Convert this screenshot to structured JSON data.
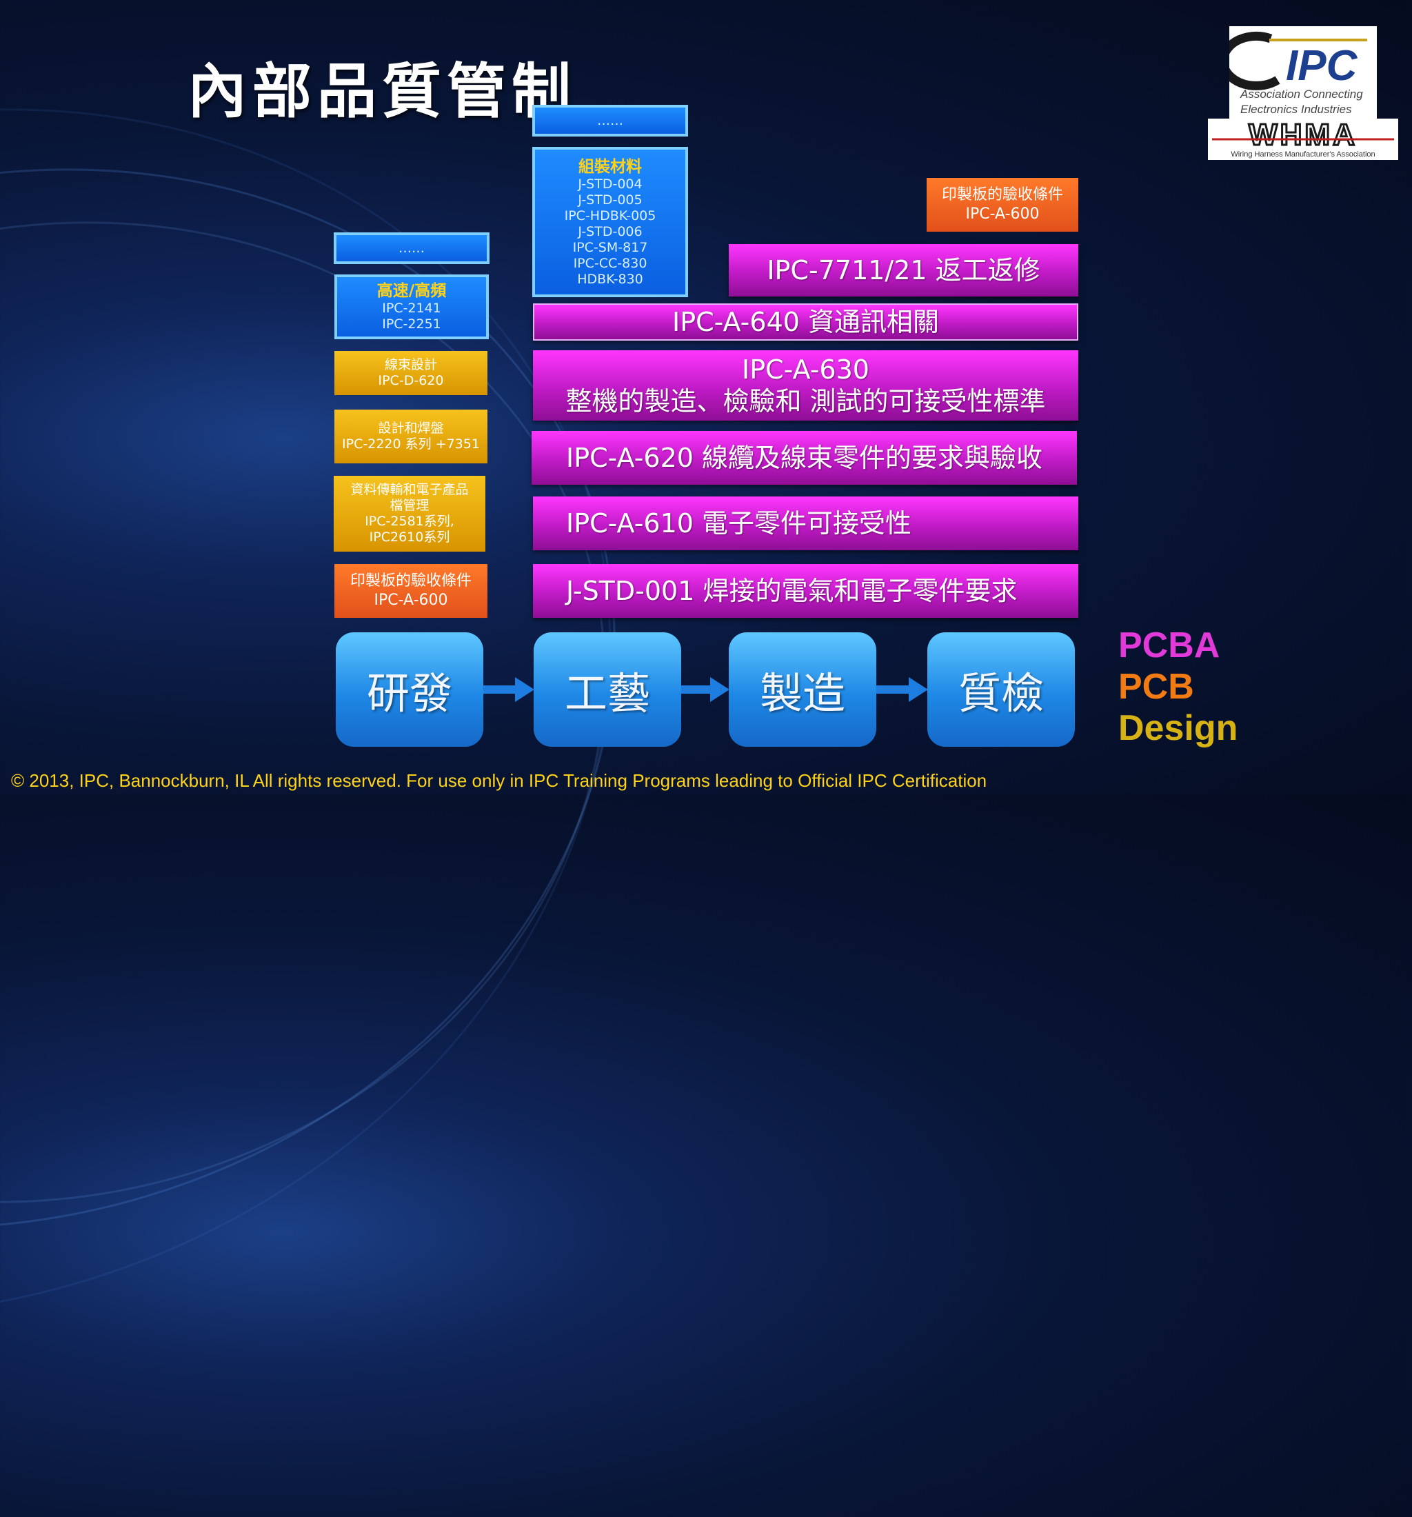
{
  "title": "內部品質管制",
  "left_column": {
    "ellipsis": "……",
    "high_speed": {
      "head": "高速/高頻",
      "lines": [
        "IPC-2141",
        "IPC-2251"
      ]
    },
    "harness_design": [
      "線束設計",
      "IPC-D-620"
    ],
    "design_land": [
      "設計和焊盤",
      "IPC-2220 系列 +7351"
    ],
    "data_transfer": [
      "資料傳輸和電子產品",
      "檔管理",
      "IPC-2581系列,",
      "IPC2610系列"
    ],
    "pcb_accept": [
      "印製板的驗收條件",
      "IPC-A-600"
    ]
  },
  "middle_column": {
    "ellipsis": "……",
    "materials": {
      "head": "組裝材料",
      "lines": [
        "J-STD-004",
        "J-STD-005",
        "IPC-HDBK-005",
        "J-STD-006",
        "IPC-SM-817",
        "IPC-CC-830",
        "HDBK-830"
      ]
    }
  },
  "right_stack": {
    "pcb_accept": [
      "印製板的驗收條件",
      "IPC-A-600"
    ],
    "rework": "IPC-7711/21 返工返修",
    "ipc640": "IPC-A-640 資通訊相關",
    "ipc630": [
      "IPC-A-630",
      "整機的製造、檢驗和 測試的可接受性標準"
    ],
    "ipc620": "IPC-A-620 線纜及線束零件的要求與驗收",
    "ipc610": "IPC-A-610 電子零件可接受性",
    "jstd001": "J-STD-001 焊接的電氣和電子零件要求"
  },
  "process_steps": [
    "研發",
    "工藝",
    "製造",
    "質檢"
  ],
  "side_labels": {
    "pcba": "PCBA",
    "pcb": "PCB",
    "design": "Design"
  },
  "logos": {
    "ipc": "IPC",
    "ipc_tagline": [
      "Association Connecting",
      "Electronics Industries"
    ],
    "whma": "WHMA",
    "whma_tagline": "Wiring Harness Manufacturer's Association"
  },
  "colors": {
    "magenta": "#d22ad6",
    "gold": "#f0b411",
    "orange": "#ef6524",
    "blue": "#1477f0",
    "pcba": "#e23ad8",
    "pcb": "#f27c13",
    "design": "#d7b214",
    "footer": "#ffd21a"
  },
  "footer": "© 2013, IPC, Bannockburn, IL All rights reserved. For use only in IPC Training Programs leading to Official IPC Certification"
}
